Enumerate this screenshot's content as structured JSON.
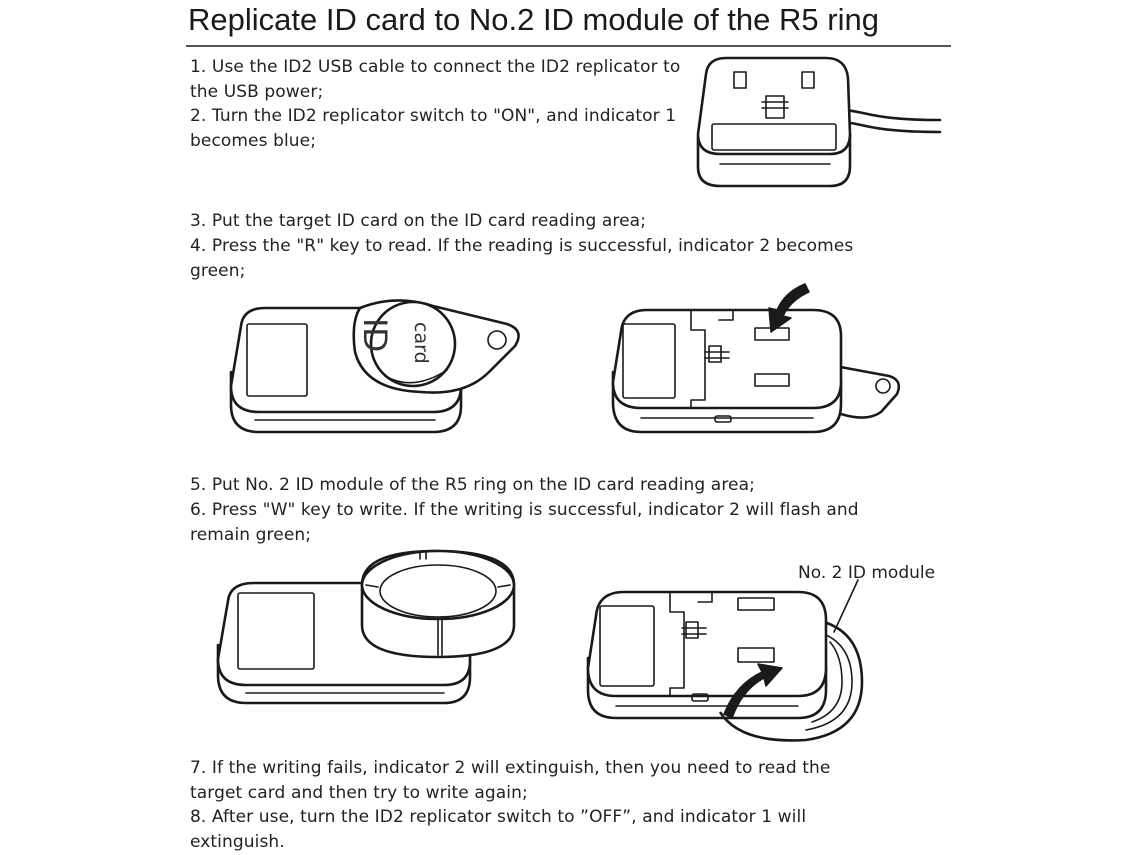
{
  "title": "Replicate ID card to No.2 ID module of the R5 ring",
  "steps": {
    "s1a": "1. Use the ID2 USB cable to connect the ID2 replicator to",
    "s1b": "the USB power;",
    "s2a": "2. Turn the ID2 replicator switch to \"ON\", and indicator 1",
    "s2b": "becomes blue;",
    "s3": "3. Put the target ID card on the ID card reading area;",
    "s4a": "4. Press the \"R\" key to read. If the reading is successful, indicator 2 becomes",
    "s4b": "green;",
    "s5": "5. Put No. 2 ID module of the R5 ring on the ID card reading area;",
    "s6a": "6. Press \"W\" key to write. If the writing is successful, indicator 2 will flash and",
    "s6b": "remain green;",
    "s7a": "7. If the writing fails, indicator 2 will extinguish, then you need to read the",
    "s7b": "target card and then try to write again;",
    "s8a": "8. After use, turn the ID2 replicator switch to ”OFF”, and indicator 1 will",
    "s8b": "extinguish."
  },
  "figures": {
    "card_label_big": "ID",
    "card_label_small": "card",
    "module_callout": "No. 2 ID module"
  }
}
